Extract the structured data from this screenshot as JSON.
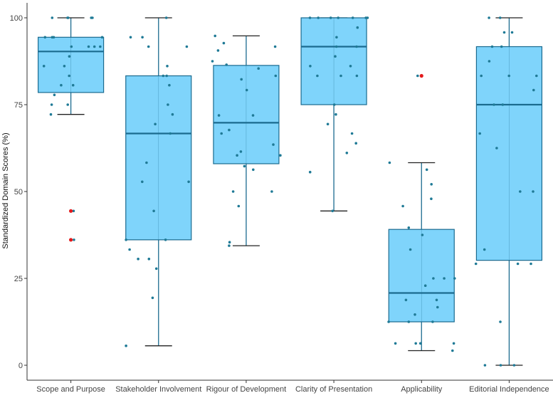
{
  "chart_data": {
    "type": "box",
    "title": "",
    "xlabel": "",
    "ylabel": "Standardized Domain Scores (%)",
    "ylim": [
      -4,
      104
    ],
    "yticks": [
      0,
      25,
      50,
      75,
      100
    ],
    "grid": false,
    "legend": "none",
    "colors": {
      "box_fill": "#7fd4fb",
      "box_stroke": "#1b6b8f",
      "median": "#1b6b8f",
      "point": "#1f7a96",
      "outlier": "#e31a1c"
    },
    "categories": [
      "Scope and Purpose",
      "Stakeholder Involvement",
      "Rigour of Development",
      "Clarity of Presentation",
      "Applicability",
      "Editorial Independence"
    ],
    "boxes": [
      {
        "q1": 78.5,
        "median": 90.3,
        "q3": 94.4,
        "whisker_low": 72.2,
        "whisker_high": 100,
        "outliers": [
          44.4,
          36.1
        ]
      },
      {
        "q1": 36.1,
        "median": 66.7,
        "q3": 83.3,
        "whisker_low": 5.6,
        "whisker_high": 100,
        "outliers": []
      },
      {
        "q1": 58.0,
        "median": 69.8,
        "q3": 86.3,
        "whisker_low": 34.4,
        "whisker_high": 94.8,
        "outliers": []
      },
      {
        "q1": 75.0,
        "median": 91.7,
        "q3": 100,
        "whisker_low": 44.4,
        "whisker_high": 100,
        "outliers": []
      },
      {
        "q1": 12.5,
        "median": 20.8,
        "q3": 39.1,
        "whisker_low": 4.2,
        "whisker_high": 58.3,
        "outliers": [
          83.3
        ]
      },
      {
        "q1": 30.2,
        "median": 75.0,
        "q3": 91.7,
        "whisker_low": 0,
        "whisker_high": 100,
        "outliers": []
      }
    ],
    "points": [
      [
        100,
        100,
        100,
        100,
        100,
        94.4,
        94.4,
        94.4,
        94.4,
        91.7,
        91.7,
        91.7,
        91.7,
        88.9,
        86.1,
        86.1,
        83.3,
        80.6,
        80.6,
        77.8,
        75,
        75,
        72.2,
        44.4,
        36.1
      ],
      [
        100,
        94.4,
        94.4,
        91.7,
        91.7,
        86.1,
        83.3,
        83.3,
        80.6,
        75,
        72.2,
        69.4,
        66.7,
        58.3,
        52.8,
        52.8,
        44.4,
        36.1,
        36.1,
        33.3,
        30.6,
        30.6,
        27.8,
        19.4,
        5.6
      ],
      [
        94.8,
        92.7,
        91.7,
        90.6,
        87.5,
        86.5,
        85.4,
        83.3,
        82.3,
        79.2,
        71.9,
        71.9,
        67.7,
        66.7,
        63.5,
        61.5,
        60.4,
        60.4,
        57.3,
        56.3,
        50,
        50,
        45.8,
        35.4,
        34.4
      ],
      [
        100,
        100,
        100,
        100,
        100,
        100,
        100,
        97.2,
        94.4,
        91.7,
        91.7,
        88.9,
        86.1,
        86.1,
        83.3,
        83.3,
        83.3,
        75,
        72.2,
        69.4,
        66.7,
        63.9,
        61.1,
        55.6,
        44.4
      ],
      [
        58.3,
        56.3,
        52.1,
        47.9,
        45.8,
        39.6,
        37.5,
        33.3,
        25,
        25,
        25,
        22.9,
        18.8,
        18.8,
        16.7,
        14.6,
        12.5,
        12.5,
        12.5,
        6.3,
        6.3,
        6.3,
        6.3,
        4.2,
        83.3
      ],
      [
        100,
        100,
        95.8,
        95.8,
        91.7,
        87.5,
        83.3,
        83.3,
        79.2,
        75,
        66.7,
        62.5,
        50,
        50,
        33.3,
        29.2,
        29.2,
        29.2,
        12.5,
        0,
        0,
        0,
        91.7,
        75,
        83.3
      ]
    ]
  }
}
